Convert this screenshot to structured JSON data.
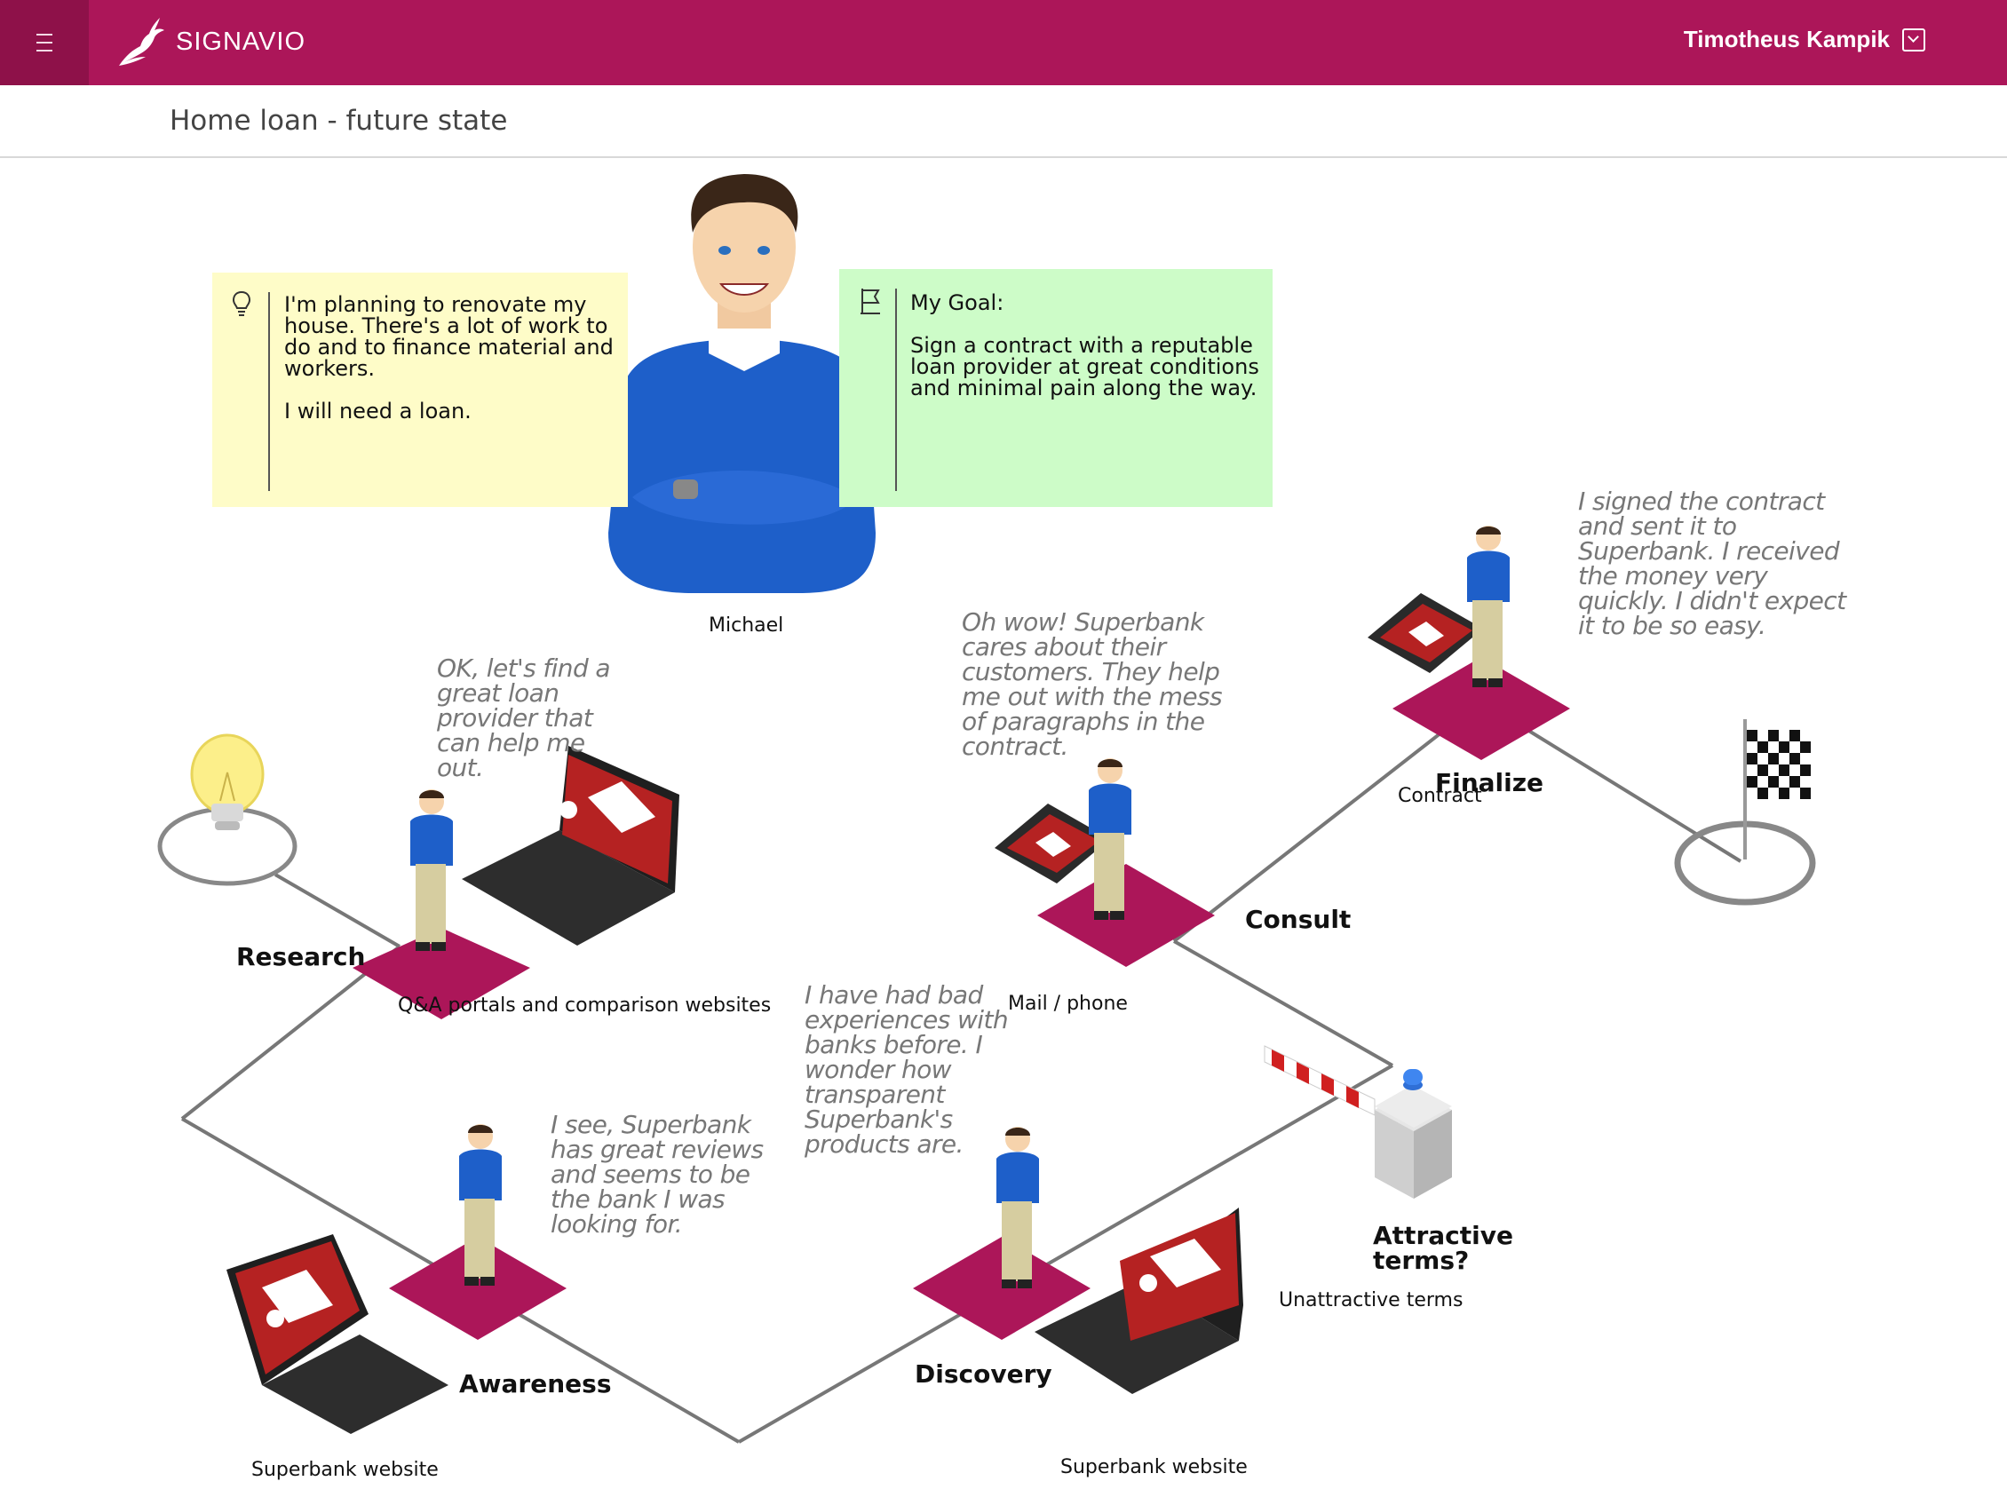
{
  "app": {
    "brand": "SIGNAVIO",
    "user_name": "Timotheus Kampik"
  },
  "page": {
    "title": "Home loan - future state"
  },
  "persona": {
    "name": "Michael",
    "situation_text": "I'm planning to renovate my\nhouse. There's a lot of work to\ndo and to finance material and\nworkers.\n\nI will need a loan.",
    "goal_heading": "My Goal:",
    "goal_text": "Sign a contract with a reputable\nloan provider at great conditions\nand minimal pain along the way."
  },
  "stages": {
    "research": "Research",
    "awareness": "Awareness",
    "discovery": "Discovery",
    "consult": "Consult",
    "finalize": "Finalize",
    "attractive_terms": "Attractive\nterms?"
  },
  "touchpoints": {
    "research": "Q&A portals and comparison websites",
    "awareness": "Superbank website",
    "discovery": "Superbank website",
    "consult": "Mail / phone",
    "finalize": "Contract",
    "unattractive": "Unattractive terms"
  },
  "quotes": {
    "research": "OK, let's find a\ngreat loan\nprovider that\ncan help me\nout.",
    "awareness": "I see, Superbank\nhas great reviews\nand seems to be\nthe bank I was\nlooking for.",
    "discovery": "I have had bad\nexperiences with\nbanks before. I\nwonder how\ntransparent\nSuperbank's\nproducts are.",
    "consult": "Oh wow! Superbank\ncares about their\ncustomers. They help\nme out with the mess\nof paragraphs in the\ncontract.",
    "finalize": "I signed the contract\nand sent it to\nSuperbank. I received\nthe money very\nquickly. I didn't expect\nit to be so easy."
  },
  "colors": {
    "brand": "#ac1659",
    "brand_dark": "#8e1149",
    "tile": "#ac1659",
    "note_yellow": "#fefcc8",
    "note_green": "#cdfcc8",
    "quote_gray": "#777777"
  },
  "icons": {
    "menu": "hamburger-icon",
    "logo": "gazelle-logo",
    "user_caret": "chevron-down-icon",
    "idea": "lightbulb-icon",
    "goal": "flag-icon",
    "start": "lightbulb-start",
    "end": "checkered-flag-end",
    "gateway": "barrier-gateway"
  }
}
